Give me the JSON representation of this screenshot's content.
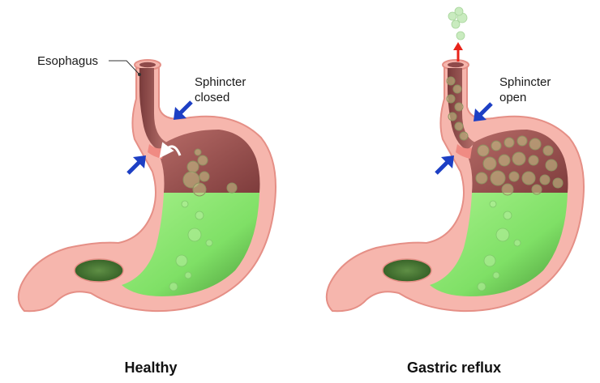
{
  "labels": {
    "esophagus": "Esophagus",
    "sphincter_closed_1": "Sphincter",
    "sphincter_closed_2": "closed",
    "sphincter_open_1": "Sphincter",
    "sphincter_open_2": "open"
  },
  "captions": {
    "healthy": "Healthy",
    "reflux": "Gastric reflux"
  },
  "colors": {
    "stomach_wall": "#f6b6ad",
    "wall_edge": "#e58f86",
    "interior_dark": "#8f4a4a",
    "acid_green": "#7fe066",
    "pressure_arrow": "#1d3fc4",
    "reflux_arrow": "#e8231a"
  }
}
